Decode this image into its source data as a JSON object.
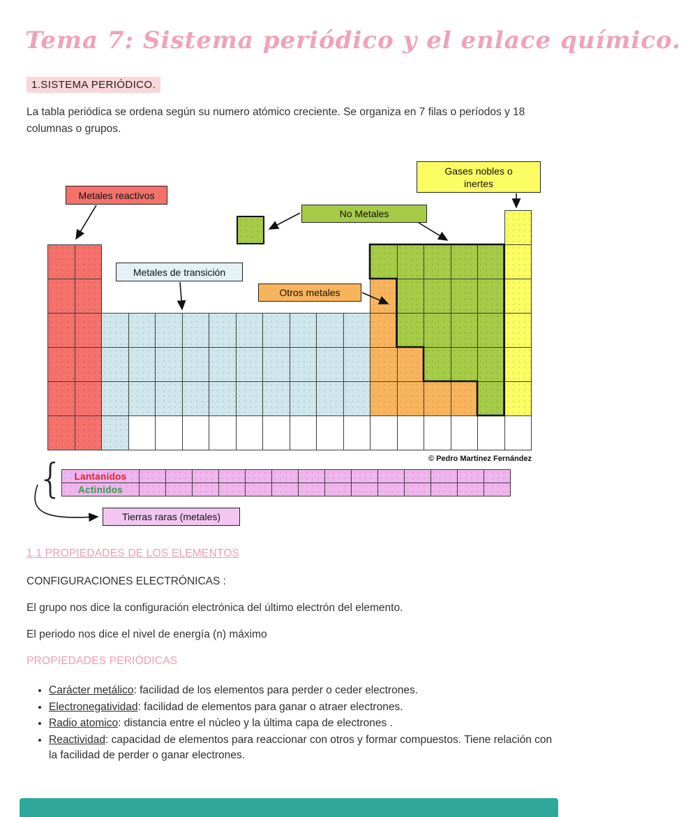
{
  "page": {
    "title": "Tema 7: Sistema periódico y el enlace químico.",
    "section_heading": "1.SISTEMA PERIÓDICO.",
    "intro": "La tabla periódica se ordena según su numero atómico creciente. Se organiza en 7 filas o períodos y 18 columnas o grupos.",
    "subsection_heading": "1.1 PROPIEDADES DE LOS ELEMENTOS",
    "config_heading": "CONFIGURACIONES ELECTRÓNICAS :",
    "config_line1": "El grupo nos dice la configuración electrónica del último electrón del elemento.",
    "config_line2": "El periodo nos dice el nivel de energía (n) máximo",
    "props_heading": "PROPIEDADES PERIÓDICAS",
    "bullets": [
      {
        "term": "Carácter metálico",
        "text": ": facilidad de los elementos para perder o ceder electrones."
      },
      {
        "term": "Electronegatividad",
        "text": ": facilidad de elementos para ganar o atraer electrones."
      },
      {
        "term": "Radio atomico",
        "text": ": distancia entre el núcleo y la última capa de electrones ."
      },
      {
        "term": "Reactividad",
        "text": ": capacidad de elementos para reaccionar con otros y formar compuestos. Tiene relación con la facilidad de perder o ganar electrones."
      }
    ],
    "colors": {
      "title_pink": "#efa3b8",
      "highlight_pink": "#f8d7da",
      "heading_pink": "#f09cb1"
    }
  },
  "diagram": {
    "labels": {
      "reactive_metals": "Metales reactivos",
      "noble_gases": "Gases nobles o\ninertes",
      "nonmetals": "No Metales",
      "transition_metals": "Metales de transición",
      "other_metals": "Otros metales",
      "rare_earths": "Tierras raras (metales)",
      "credit": "© Pedro Martínez Fernández",
      "brace": "{"
    },
    "colors": {
      "red": "#f4716c",
      "blue": "#cfe7ec",
      "orange": "#f8b45c",
      "green": "#a5cb47",
      "yellow": "#fcfc63",
      "pink": "#f0b4ee",
      "white": "#ffffff",
      "label_blue": "#e4f1f7",
      "label_pink": "#f3c6f1"
    },
    "grid": {
      "cols": 18,
      "rows": [
        ".......H.........Y",
        "RR..........GGGGGY",
        "RR..........OGGGGY",
        "RRTTTTTTTTTTOGGGGY",
        "RRTTTTTTTTTTOOGGGY",
        "RRTTTTTTTTTTOOOOGY",
        "RRTWWWWWWWWWWWWWWW"
      ],
      "lanth_cells": 14
    },
    "lanth_rows": [
      {
        "label": "Lantanidos",
        "text_color": "#e0232e",
        "name": "lanthanides-row-label"
      },
      {
        "label": "Actinidos",
        "text_color": "#2f9e41",
        "name": "actinides-row-label"
      }
    ]
  },
  "footer": {
    "bar_color": "#2da89a"
  }
}
